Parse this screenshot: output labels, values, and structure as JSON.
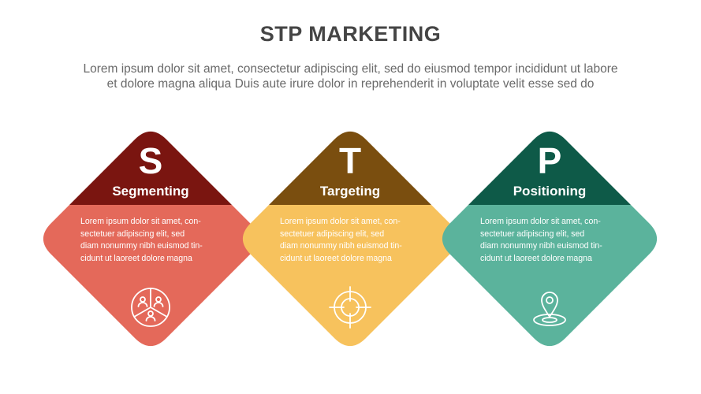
{
  "header": {
    "title": "STP MARKETING",
    "subtitle_line1": "Lorem ipsum dolor sit amet, consectetur adipiscing elit, sed do eiusmod tempor incididunt ut labore",
    "subtitle_line2": "et dolore magna aliqua Duis aute irure dolor in reprehenderit in voluptate velit esse sed do"
  },
  "steps": [
    {
      "letter": "S",
      "label": "Segmenting",
      "text_lines": [
        "Lorem ipsum dolor sit amet, con-",
        "sectetuer adipiscing elit, sed",
        "diam nonummy nibh euismod tin-",
        "cidunt ut laoreet dolore magna"
      ],
      "icon": "people-pie-icon",
      "top_color": "#7a1510",
      "bottom_color": "#e4695a"
    },
    {
      "letter": "T",
      "label": "Targeting",
      "text_lines": [
        "Lorem ipsum dolor sit amet, con-",
        "sectetuer adipiscing elit, sed",
        "diam nonummy nibh euismod tin-",
        "cidunt ut laoreet dolore magna"
      ],
      "icon": "crosshair-target-icon",
      "top_color": "#7a4e0f",
      "bottom_color": "#f7c25d"
    },
    {
      "letter": "P",
      "label": "Positioning",
      "text_lines": [
        "Lorem ipsum dolor sit amet, con-",
        "sectetuer adipiscing elit, sed",
        "diam nonummy nibh euismod tin-",
        "cidunt ut laoreet dolore magna"
      ],
      "icon": "location-pin-icon",
      "top_color": "#0e5a48",
      "bottom_color": "#5bb39c"
    }
  ]
}
